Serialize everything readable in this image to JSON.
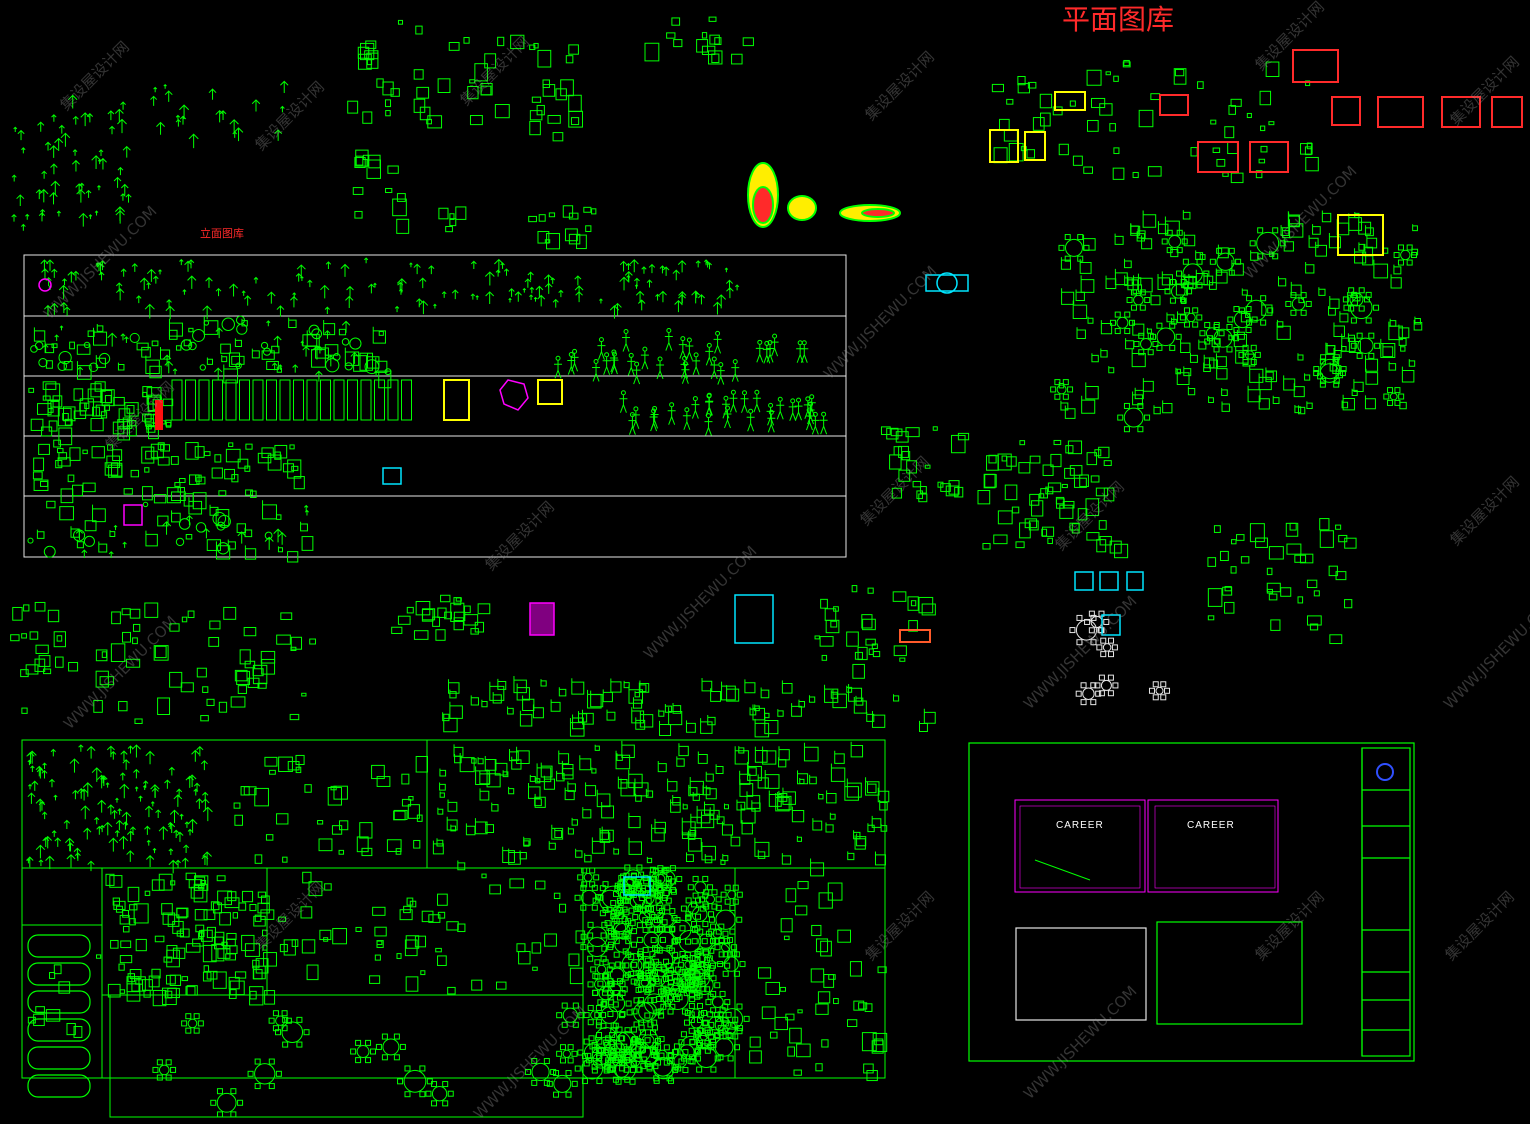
{
  "document": {
    "title": "平面图库",
    "subtitle": "立面图库",
    "sheet_card_label": "CAREER"
  },
  "watermark": {
    "text_cn": "集设屋设计网",
    "text_url": "WWW.JISHEWU.COM"
  },
  "colors": {
    "background": "#000000",
    "line_green": "#00ff00",
    "frame_white": "#e6e6e6",
    "accent_red": "#ff2a2a",
    "accent_yellow": "#ffff00",
    "accent_cyan": "#00e5ff",
    "accent_magenta": "#ff00ff",
    "accent_blue": "#3050ff",
    "watermark_gray": "#8a8a8a"
  },
  "icons": {
    "furniture": "plan-furniture-icon",
    "dining_set": "round-dining-table-icon",
    "plant": "plant-elevation-icon",
    "person": "human-figure-icon",
    "car": "car-plan-icon",
    "bed": "bed-plan-icon",
    "tree": "tree-elevation-icon",
    "stone": "stone-icon",
    "logo": "title-block-logo-icon"
  }
}
